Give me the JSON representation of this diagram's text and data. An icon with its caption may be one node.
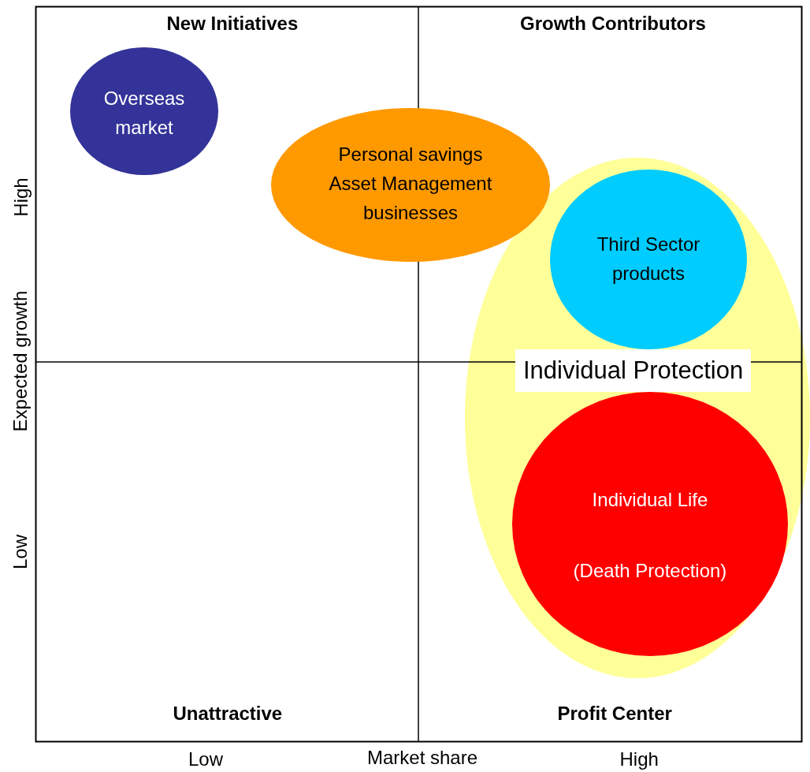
{
  "diagram": {
    "nodes": [
      {
        "text": [
          "Overseas market"
        ]
      },
      {
        "text": [
          "Personal savings Asset Management businesses"
        ]
      },
      {
        "text": [
          "Individual Protection"
        ]
      },
      {
        "text": [
          "Third Sector products"
        ],
        "in": 2
      },
      {
        "text": [
          "Individual Life",
          "(Death Protection)"
        ],
        "in": 2
      }
    ],
    "edges": [],
    "labels": [
      "New Initiatives",
      "Growth Contributors",
      "High",
      "Expected growth",
      "Low",
      "Unattractive",
      "Profit Center",
      "Low",
      "Market share",
      "High"
    ]
  }
}
